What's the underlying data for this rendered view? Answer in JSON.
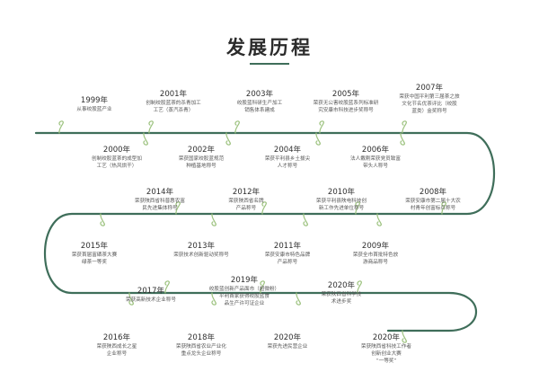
{
  "title": "发展历程",
  "colors": {
    "path": "#3f6e5a",
    "leaf": "#9cc27e",
    "text": "#3a3a3a"
  },
  "events": [
    {
      "year": "1999年",
      "lines": [
        "从事绞股蓝产业"
      ]
    },
    {
      "year": "2001年",
      "lines": [
        "创制绞股蓝茶的杀青加工",
        "工艺（蒸汽杀青）"
      ]
    },
    {
      "year": "2003年",
      "lines": [
        "绞股蓝科研生产加工",
        "销售体系建成"
      ]
    },
    {
      "year": "2005年",
      "lines": [
        "荣获无公害绞股蓝系列标准研",
        "究安康市科技进步奖称号"
      ]
    },
    {
      "year": "2007年",
      "lines": [
        "荣获中国平利第三届茶之旅",
        "文化节名优茶评比（绞股",
        "蓝类）金奖称号"
      ]
    },
    {
      "year": "2000年",
      "lines": [
        "创制绞股蓝茶的成型加",
        "工艺（热风烘干）"
      ]
    },
    {
      "year": "2002年",
      "lines": [
        "荣获国家绞股蓝规范",
        "种植基地称号"
      ]
    },
    {
      "year": "2004年",
      "lines": [
        "荣获平利县乡土拔尖",
        "人才称号"
      ]
    },
    {
      "year": "2006年",
      "lines": [
        "法人戴刚荣获党员致富",
        "带头人称号"
      ]
    },
    {
      "year": "2014年",
      "lines": [
        "荣获陕西省科普惠农富",
        "民先进集体称号"
      ]
    },
    {
      "year": "2012年",
      "lines": [
        "荣获陕西省名牌",
        "产品称号"
      ]
    },
    {
      "year": "2010年",
      "lines": [
        "荣获平利县陕电科技创",
        "新工作先进单位称号"
      ]
    },
    {
      "year": "2008年",
      "lines": [
        "荣获安康市第二届十大农",
        "村青年创富标兵称号"
      ]
    },
    {
      "year": "2015年",
      "lines": [
        "荣获首届富硒茶大赛",
        "绿茶一等奖"
      ]
    },
    {
      "year": "2013年",
      "lines": [
        "荣获技术创新驱动奖称号"
      ]
    },
    {
      "year": "2011年",
      "lines": [
        "荣获安康市特色品牌",
        "产品称号"
      ]
    },
    {
      "year": "2009年",
      "lines": [
        "荣获全市首批特色放",
        "游商品称号"
      ]
    },
    {
      "year": "2017年",
      "lines": [
        "荣获高新技术企业称号"
      ]
    },
    {
      "year": "2019年",
      "lines": [
        "绞股蓝创新产品面市（超微粉）",
        "平利首家获得绞股蓝食",
        "品生产许可证企业"
      ]
    },
    {
      "year": "2020年",
      "lines": [
        "荣获陕西省科学技",
        "术进步奖"
      ]
    },
    {
      "year": "2016年",
      "lines": [
        "荣获陕西成长之星",
        "企业称号"
      ]
    },
    {
      "year": "2018年",
      "lines": [
        "荣获陕西省农业产业化",
        "重点龙头企业称号"
      ]
    },
    {
      "year": "2020年",
      "lines": [
        "荣获先进民营企业"
      ]
    },
    {
      "year": "2020年",
      "lines": [
        "荣获陕西省科技工作者",
        "创新创业大赛",
        "“一等奖”"
      ]
    }
  ]
}
